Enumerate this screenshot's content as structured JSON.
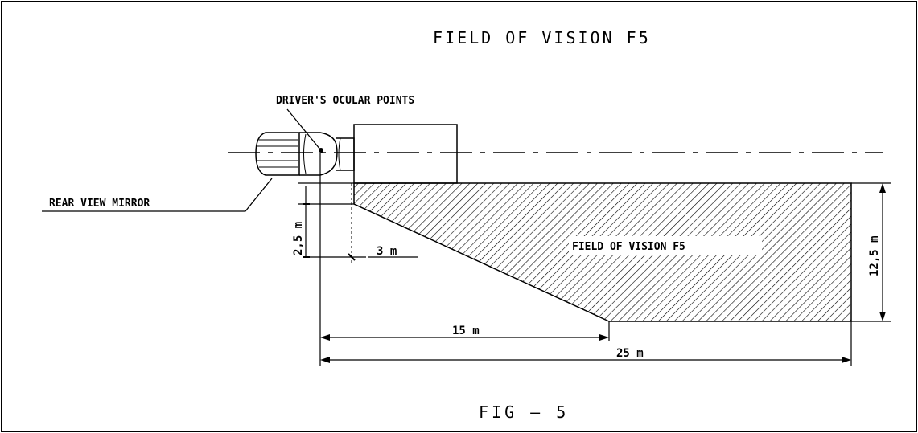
{
  "figure": {
    "title": "FIELD OF VISION F5",
    "caption": "FIG — 5",
    "labels": {
      "ocular_points": "DRIVER'S OCULAR POINTS",
      "mirror": "REAR VIEW MIRROR",
      "field": "FIELD OF VISION F5"
    },
    "dimensions": {
      "d_2_5": "2,5 m",
      "d_3": "3 m",
      "d_12_5": "12,5 m",
      "d_15": "15 m",
      "d_25": "25 m"
    }
  }
}
